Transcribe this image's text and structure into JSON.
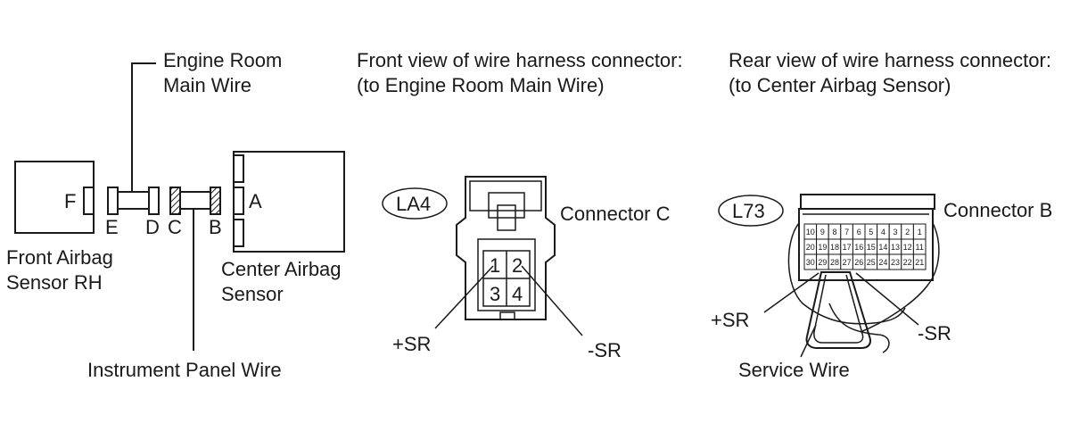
{
  "left_diagram": {
    "engine_room_main_wire": [
      "Engine Room",
      "Main Wire"
    ],
    "instrument_panel_wire": "Instrument Panel Wire",
    "front_airbag_sensor": [
      "Front Airbag",
      "Sensor RH"
    ],
    "center_airbag_sensor": [
      "Center Airbag",
      "Sensor"
    ],
    "letters": {
      "f": "F",
      "e": "E",
      "d": "D",
      "c": "C",
      "b": "B",
      "a": "A"
    }
  },
  "middle_diagram": {
    "title": [
      "Front view of wire harness connector:",
      "(to Engine Room Main Wire)"
    ],
    "code": "LA4",
    "connector": "Connector C",
    "pins": [
      "1",
      "2",
      "3",
      "4"
    ],
    "plus": "+SR",
    "minus": "-SR"
  },
  "right_diagram": {
    "title": [
      "Rear view of wire harness connector:",
      "(to Center Airbag Sensor)"
    ],
    "code": "L73",
    "connector": "Connector B",
    "pins_row1": [
      "10",
      "9",
      "8",
      "7",
      "6",
      "5",
      "4",
      "3",
      "2",
      "1"
    ],
    "pins_row2": [
      "20",
      "19",
      "18",
      "17",
      "16",
      "15",
      "14",
      "13",
      "12",
      "11"
    ],
    "pins_row3": [
      "30",
      "29",
      "28",
      "27",
      "26",
      "25",
      "24",
      "23",
      "22",
      "21"
    ],
    "plus": "+SR",
    "minus": "-SR",
    "service_wire": "Service Wire"
  }
}
